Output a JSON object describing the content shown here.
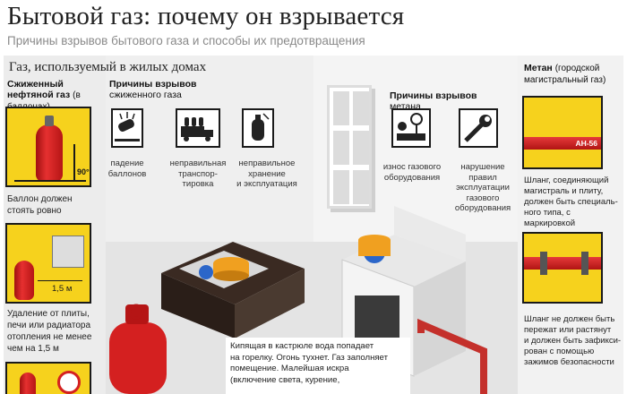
{
  "header": {
    "title": "Бытовой газ: почему он взрывается",
    "subtitle": "Причины взрывов бытового газа и способы их предотвращения"
  },
  "section_title": "Газ, используемый в жилых домах",
  "liquefied": {
    "heading_bold": "Сжиженный нефтяной газ",
    "heading_note": "(в баллонах)",
    "angle_label": "90°",
    "rule1_line1": "Баллон должен",
    "rule1_line2": "стоять ровно",
    "distance_label": "1,5 м",
    "rule2_line1": "Удаление от плиты,",
    "rule2_line2": "печи или радиатора",
    "rule2_line3": "отопления не менее",
    "rule2_line4": "чем на 1,5 м"
  },
  "liquefied_causes": {
    "heading_line1": "Причины взрывов",
    "heading_line2": "сжиженного газа",
    "items": [
      {
        "icon": "falling-cylinder-icon",
        "line1": "падение",
        "line2": "баллонов",
        "line3": ""
      },
      {
        "icon": "truck-icon",
        "line1": "неправильная",
        "line2": "транспор-",
        "line3": "тировка"
      },
      {
        "icon": "cylinder-storage-icon",
        "line1": "неправильное",
        "line2": "хранение",
        "line3": "и эксплуатация"
      }
    ]
  },
  "methane_causes": {
    "heading_line1": "Причины взрывов",
    "heading_line2": "метана",
    "items": [
      {
        "icon": "worn-equipment-icon",
        "line1": "износ газового",
        "line2": "оборудования",
        "line3": ""
      },
      {
        "icon": "wrench-icon",
        "line1": "нарушение",
        "line2": "правил",
        "line3": "эксплуатации",
        "line4": "газового",
        "line5": "оборудования"
      }
    ]
  },
  "methane": {
    "heading_bold": "Метан",
    "heading_note": "(городской магистральный газ)",
    "hose_mark": "АН-56",
    "rule1_line1": "Шланг, соединяющий",
    "rule1_line2": "магистраль и плиту,",
    "rule1_line3": "должен быть специаль-",
    "rule1_line4": "ного типа, с маркировкой",
    "rule2_line1": "Шланг не должен быть",
    "rule2_line2": "пережат или растянут",
    "rule2_line3": "и должен быть зафикси-",
    "rule2_line4": "рован с помощью",
    "rule2_line5": "зажимов безопасности"
  },
  "note": {
    "line1": "Кипящая в кастрюле вода попадает",
    "line2": "на  горелку. Огонь тухнет. Газ заполняет",
    "line3": "помещение. Малейшая искра",
    "line4": "(включение света, курение,"
  },
  "colors": {
    "accent_yellow": "#f6d21d",
    "cylinder_red": "#d42020",
    "pipe_red": "#c4302b",
    "pot_orange": "#f0a020"
  }
}
